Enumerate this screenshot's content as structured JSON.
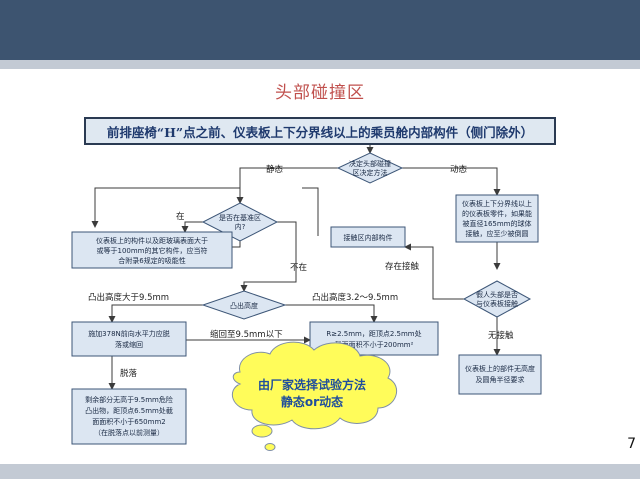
{
  "title": "头部碰撞区",
  "banner": "前排座椅“H”点之前、仪表板上下分界线以上的乘员舱内部构件（侧门除外）",
  "nodes": {
    "decide_area": [
      "决定头部碰撞",
      "区决定方法"
    ],
    "in_base_line": [
      "是否在基准区",
      "内?"
    ],
    "left_box": [
      "仪表板上的构件以及距玻璃表面大于",
      "或等于100mm的其它构件，应当符",
      "合附录6规定的吸能性"
    ],
    "contact_area": "接触区内部构件",
    "right_box": [
      "仪表板上下分界线以上",
      "的仪表板零件，如果能",
      "被直径165mm的球体",
      "接触，应至少被倒圆"
    ],
    "head_contact": [
      "假人头部是否",
      "与仪表板接触"
    ],
    "height_decide": "凸出高度",
    "push_box": [
      "施加378N前向水平力应脱",
      "落或缩回"
    ],
    "r_box": [
      "R≥2.5mm，距顶点2.5mm处",
      "截面面积不小于200mm²"
    ],
    "remain_box": [
      "剩余部分无高于9.5mm危险",
      "凸出物，距顶点6.5mm处截",
      "面面积不小于650mm2",
      "（在脱落点以前测量）"
    ],
    "no_height_box": [
      "仪表板上的部件无高度",
      "及圆角半径要求"
    ],
    "cloud": [
      "由厂家选择试验方法",
      "静态or动态"
    ]
  },
  "labels": {
    "static": "静态",
    "dynamic": "动态",
    "inside": "在",
    "not_inside": "不在",
    "contact": "存在接触",
    "no_contact": "无接触",
    "height_over": "凸出高度大于9.5mm",
    "height_range": "凸出高度3.2～9.5mm",
    "shrink": "缩回至9.5mm以下",
    "fall": "脱落"
  },
  "page_number": "7"
}
